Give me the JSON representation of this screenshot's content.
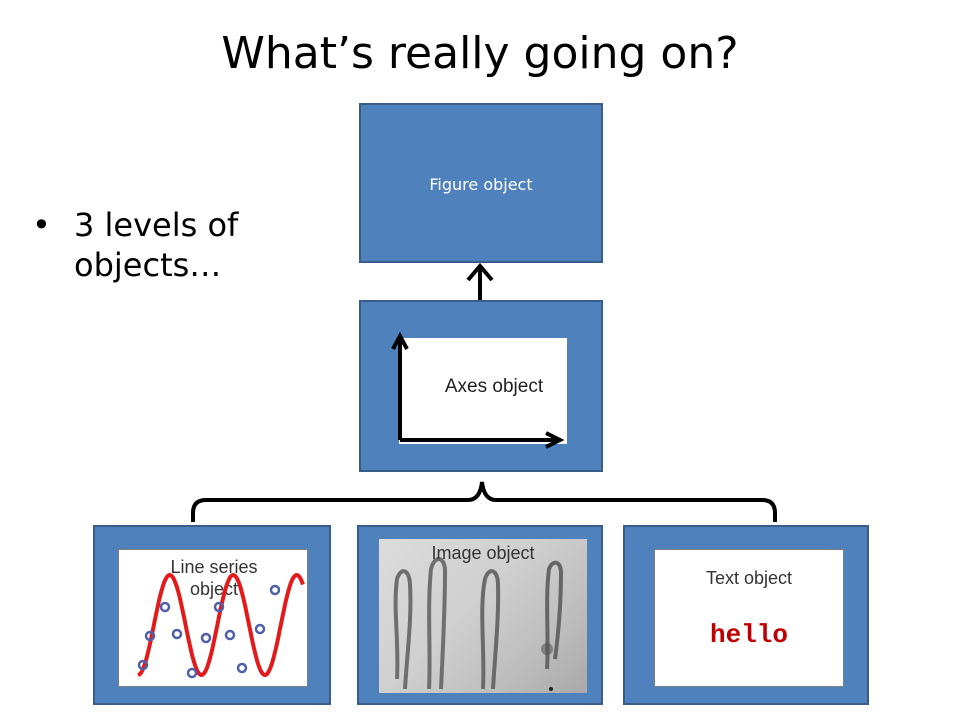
{
  "slide": {
    "title": "What’s really going on?",
    "bullet": "3 levels of objects…"
  },
  "diagram": {
    "figure_label": "Figure object",
    "axes_label": "Axes object",
    "line_label": "Line series object",
    "image_label": "Image object",
    "text_label": "Text object",
    "text_sample": "hello"
  },
  "colors": {
    "box_fill": "#4f81bd",
    "line": "#e31a1c",
    "markers": "#4f5fa8",
    "hello_text": "#c00000"
  }
}
